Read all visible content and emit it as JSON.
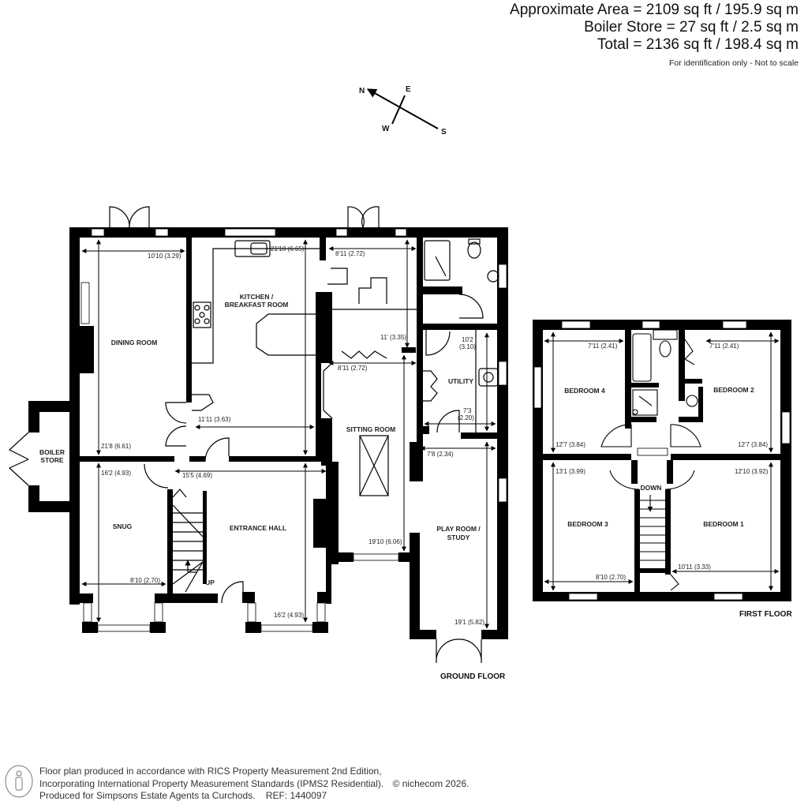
{
  "header": {
    "approx_area": "Approximate Area = 2109 sq ft / 195.9 sq m",
    "boiler_store": "Boiler Store = 27 sq ft / 2.5 sq m",
    "total": "Total = 2136 sq ft / 198.4 sq m",
    "note": "For identification only - Not to scale"
  },
  "compass": {
    "n": "N",
    "e": "E",
    "s": "S",
    "w": "W"
  },
  "ground_floor": {
    "label": "GROUND FLOOR",
    "rooms": {
      "dining": "DINING ROOM",
      "kitchen_1": "KITCHEN /",
      "kitchen_2": "BREAKFAST ROOM",
      "sitting": "SITTING ROOM",
      "utility": "UTILITY",
      "boiler_1": "BOILER",
      "boiler_2": "STORE",
      "snug": "SNUG",
      "hall": "ENTRANCE HALL",
      "play_1": "PLAY ROOM /",
      "play_2": "STUDY",
      "up": "UP"
    },
    "dimensions": {
      "dining_w": "10'10 (3.29)",
      "dining_l": "21'8 (6.61)",
      "kitchen_l": "21'10 (6.65)",
      "kitchen_w": "11'11 (3.63)",
      "sitting_top_w": "8'11 (2.72)",
      "sitting_top_l": "11' (3.35)",
      "sitting_w": "8'11 (2.72)",
      "sitting_l": "19'10 (6.06)",
      "utility_l_1": "10'2",
      "utility_l_2": "(3.10)",
      "utility_w_1": "7'3",
      "utility_w_2": "(2.20)",
      "play_w": "7'8 (2.34)",
      "play_l": "19'1 (5.82)",
      "snug_l": "16'2 (4.93)",
      "snug_w": "8'10 (2.70)",
      "hall_w": "15'5 (4.69)",
      "hall_l": "16'2 (4.93)"
    }
  },
  "first_floor": {
    "label": "FIRST FLOOR",
    "rooms": {
      "bed4": "BEDROOM 4",
      "bed2": "BEDROOM 2",
      "bed3": "BEDROOM 3",
      "bed1": "BEDROOM 1",
      "down": "DOWN"
    },
    "dimensions": {
      "bed4_w": "7'11 (2.41)",
      "bed4_l": "12'7 (3.84)",
      "bed2_w": "7'11 (2.41)",
      "bed2_l": "12'7 (3.84)",
      "bed3_l": "13'1 (3.99)",
      "bed3_w": "8'10 (2.70)",
      "bed1_l": "12'10 (3.92)",
      "bed1_w": "10'11 (3.33)"
    }
  },
  "footer": {
    "line1": "Floor plan produced in accordance with RICS Property Measurement 2nd Edition,",
    "line2": "Incorporating International Property Measurement Standards (IPMS2 Residential).",
    "copyright": "© nichecom 2026.",
    "line3": "Produced for Simpsons Estate Agents ta Curchods.",
    "ref": "REF: 1440097"
  },
  "colors": {
    "wall": "#000000",
    "background": "#ffffff",
    "text": "#222222"
  }
}
